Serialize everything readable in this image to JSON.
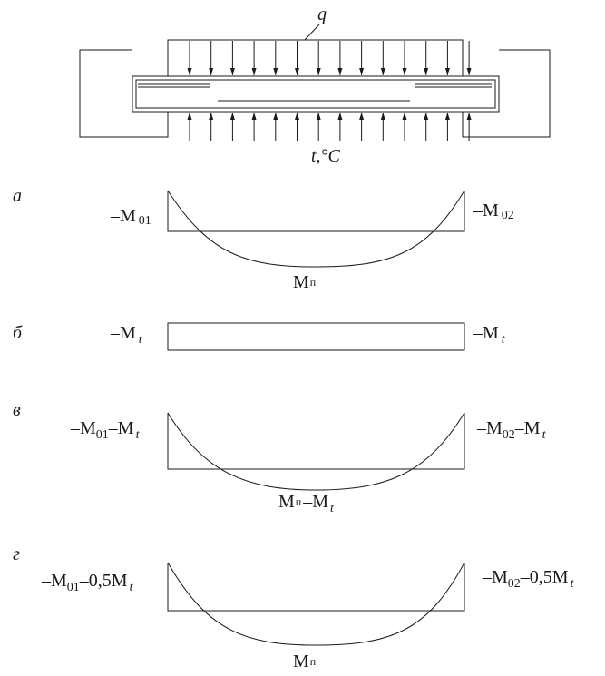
{
  "load_label": "q",
  "temperature_label": "t,°C",
  "diagrams": [
    {
      "letter": "а",
      "left": {
        "base": "–M",
        "sub": "01"
      },
      "right": {
        "base": "–M",
        "sub": "02"
      },
      "bottom": {
        "base": "M",
        "sub": "п"
      }
    },
    {
      "letter": "б",
      "left": {
        "base": "–M",
        "sub": "t"
      },
      "right": {
        "base": "–M",
        "sub": "t"
      }
    },
    {
      "letter": "в",
      "left": {
        "base1": "–M",
        "sub1": "01",
        "base2": "–M",
        "sub2": "t"
      },
      "right": {
        "base1": "–M",
        "sub1": "02",
        "base2": "–M",
        "sub2": "t"
      },
      "bottom": {
        "base1": "M",
        "sub1": "п",
        "base2": "–M",
        "sub2": "t"
      }
    },
    {
      "letter": "г",
      "left": {
        "base1": "–M",
        "sub1": "01",
        "base2": "–0,5M",
        "sub2": "t"
      },
      "right": {
        "base1": "–M",
        "sub1": "02",
        "base2": "–0,5M",
        "sub2": "t"
      },
      "bottom": {
        "base": "M",
        "sub": "п"
      }
    }
  ]
}
